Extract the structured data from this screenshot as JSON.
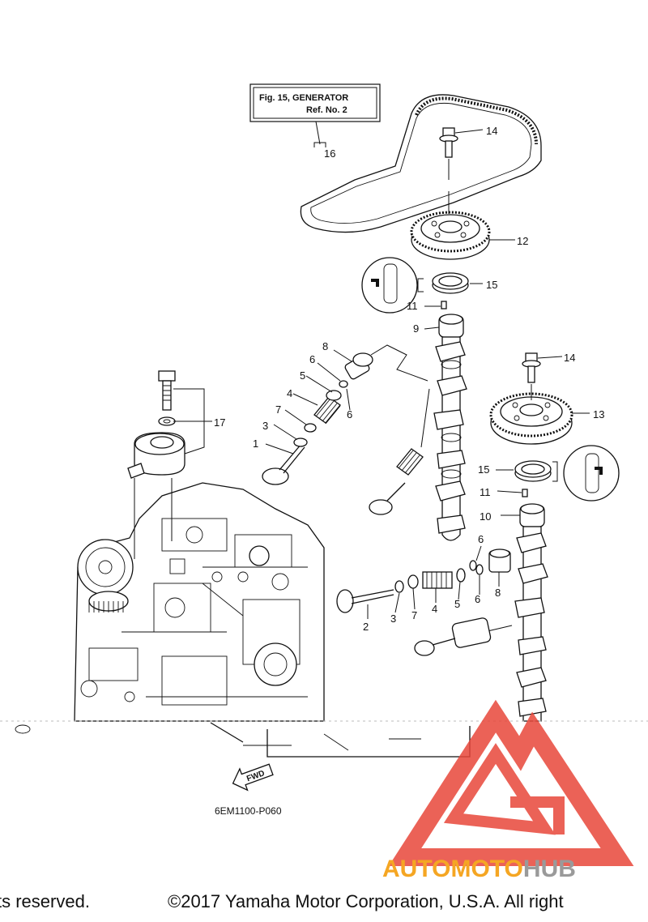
{
  "reference_box": {
    "line1": "Fig. 15, GENERATOR",
    "line2": "Ref. No. 2"
  },
  "callouts": {
    "c1": "1",
    "c2": "2",
    "c3a": "3",
    "c3b": "3",
    "c4a": "4",
    "c4b": "4",
    "c5a": "5",
    "c5b": "5",
    "c6a": "6",
    "c6b": "6",
    "c6c": "6",
    "c6d": "6",
    "c7a": "7",
    "c7b": "7",
    "c8a": "8",
    "c8b": "8",
    "c9": "9",
    "c10": "10",
    "c11a": "11",
    "c11b": "11",
    "c12": "12",
    "c13": "13",
    "c14a": "14",
    "c14b": "14",
    "c15a": "15",
    "c15b": "15",
    "c16": "16",
    "c17": "17"
  },
  "fwd_label": "FWD",
  "diagram_code": "6EM1100-P060",
  "copyright": {
    "left": "ts reserved.",
    "right": "©2017 Yamaha Motor Corporation, U.S.A. All right"
  },
  "watermark": {
    "part1": "AUTOMOTO",
    "part2": "HUB",
    "colors": {
      "red": "#e8473a",
      "orange": "#f5a623",
      "gray": "#9a9a9a"
    }
  }
}
